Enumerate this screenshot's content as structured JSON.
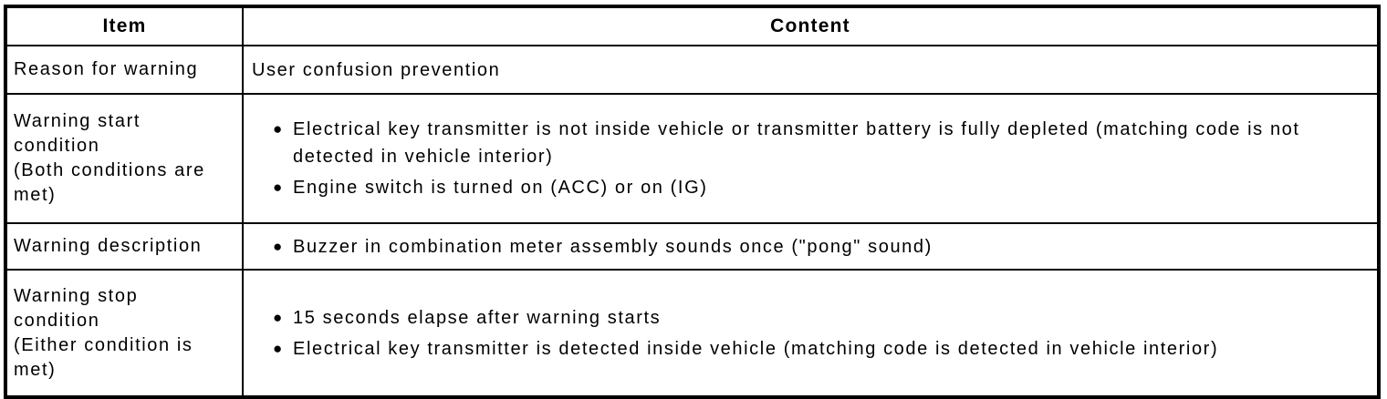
{
  "page": {
    "background_color": "#ffffff",
    "text_color": "#000000",
    "border_color": "#000000"
  },
  "table": {
    "headers": {
      "item": "Item",
      "content": "Content"
    },
    "bullet_glyph": "●",
    "rows": [
      {
        "item": "Reason for warning",
        "text": "User confusion prevention"
      },
      {
        "item": "Warning start\ncondition\n(Both conditions are\nmet)",
        "bullets": [
          "Electrical key transmitter is not inside vehicle or transmitter battery is fully depleted (matching code is not detected in vehicle interior)",
          "Engine switch is turned on (ACC) or on (IG)"
        ]
      },
      {
        "item": "Warning description",
        "bullets": [
          "Buzzer in combination meter assembly sounds once (\"pong\" sound)"
        ]
      },
      {
        "item": "Warning stop\ncondition\n(Either condition is\nmet)",
        "bullets": [
          "15 seconds elapse after warning starts",
          "Electrical key transmitter is detected inside vehicle (matching code is detected in vehicle interior)"
        ]
      }
    ]
  }
}
